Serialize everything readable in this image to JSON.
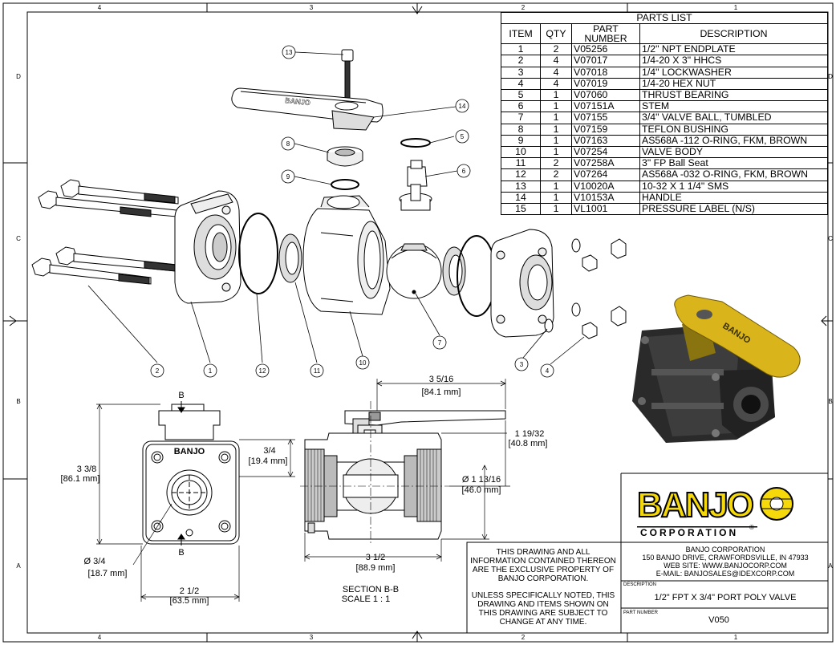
{
  "grid_labels": {
    "top": [
      "4",
      "3",
      "2",
      "1"
    ],
    "bottom": [
      "4",
      "3",
      "2",
      "1"
    ],
    "left": [
      "D",
      "C",
      "B",
      "A"
    ],
    "right": [
      "D",
      "C",
      "B",
      "A"
    ]
  },
  "parts_list": {
    "title": "PARTS LIST",
    "headers": [
      "ITEM",
      "QTY",
      "PART NUMBER",
      "DESCRIPTION"
    ],
    "rows": [
      [
        "1",
        "2",
        "V05256",
        "1/2\" NPT ENDPLATE"
      ],
      [
        "2",
        "4",
        "V07017",
        "1/4-20 X 3\" HHCS"
      ],
      [
        "3",
        "4",
        "V07018",
        "1/4\" LOCKWASHER"
      ],
      [
        "4",
        "4",
        "V07019",
        "1/4-20 HEX NUT"
      ],
      [
        "5",
        "1",
        "V07060",
        "THRUST BEARING"
      ],
      [
        "6",
        "1",
        "V07151A",
        "STEM"
      ],
      [
        "7",
        "1",
        "V07155",
        "3/4\" VALVE BALL, TUMBLED"
      ],
      [
        "8",
        "1",
        "V07159",
        "TEFLON BUSHING"
      ],
      [
        "9",
        "1",
        "V07163",
        "AS568A -112 O-RING, FKM, BROWN"
      ],
      [
        "10",
        "1",
        "V07254",
        "VALVE BODY"
      ],
      [
        "11",
        "2",
        "V07258A",
        "3\" FP Ball Seat"
      ],
      [
        "12",
        "2",
        "V07264",
        "AS568A -032 O-RING, FKM, BROWN"
      ],
      [
        "13",
        "1",
        "V10020A",
        "10-32 X 1 1/4\" SMS"
      ],
      [
        "14",
        "1",
        "V10153A",
        "HANDLE"
      ],
      [
        "15",
        "1",
        "VL1001",
        "PRESSURE LABEL (N/S)"
      ]
    ]
  },
  "balloons": [
    "13",
    "14",
    "8",
    "5",
    "9",
    "6",
    "2",
    "1",
    "12",
    "11",
    "10",
    "7",
    "3",
    "4"
  ],
  "dimensions": {
    "front_height": "3 3/8",
    "front_height_mm": "[86.1 mm]",
    "top_offset": "3/4",
    "top_offset_mm": "[19.4 mm]",
    "bore_dia": "Ø   3/4",
    "bore_dia_mm": "[18.7 mm]",
    "front_width": "2 1/2",
    "front_width_mm": "[63.5 mm]",
    "section_letter": "B",
    "handle_length": "3 5/16",
    "handle_length_mm": "[84.1 mm]",
    "stem_height": "1 19/32",
    "stem_height_mm": "[40.8 mm]",
    "body_dia": "Ø  1 13/16",
    "body_dia_mm": "[46.0 mm]",
    "body_length": "3 1/2",
    "body_length_mm": "[88.9 mm]"
  },
  "section_label": "SECTION B-B",
  "section_scale": "SCALE 1 : 1",
  "body_stamp": "BANJO",
  "handle_stamp": "BANJO",
  "title_block": {
    "notice1": [
      "THIS DRAWING AND ALL",
      "INFORMATION CONTAINED THEREON",
      "ARE THE EXCLUSIVE PROPERTY OF",
      "BANJO CORPORATION."
    ],
    "notice2": [
      "UNLESS SPECIFICALLY NOTED, THIS",
      "DRAWING AND ITEMS SHOWN ON",
      "THIS DRAWING ARE SUBJECT TO",
      "CHANGE AT ANY TIME."
    ],
    "company": [
      "BANJO CORPORATION",
      "150 BANJO DRIVE, CRAWFORDSVILLE, IN 47933",
      "WEB SITE: WWW.BANJOCORP.COM",
      "E-MAIL: BANJOSALES@IDEXCORP.COM"
    ],
    "description_label": "DESCRIPTION",
    "description": "1/2\" FPT X 3/4\" PORT POLY VALVE",
    "part_number_label": "PART NUMBER",
    "part_number": "V050"
  },
  "logo": {
    "name": "BANJO",
    "sub": "CORPORATION",
    "reg": "®"
  },
  "colors": {
    "logo_yellow": "#f5d90a",
    "handle_yellow": "#d9b41a",
    "body_dark": "#2a2a2a",
    "line": "#000000"
  }
}
